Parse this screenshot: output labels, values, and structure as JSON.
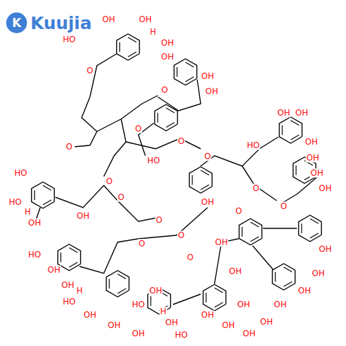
{
  "diagram": {
    "labels": [
      "K",
      "Kuujia",
      "OH",
      "OH",
      "HO",
      "H",
      "OH",
      "OH",
      "O",
      "OH",
      "OH",
      "O",
      "O",
      "O",
      "O",
      "HO",
      "O",
      "OH",
      "OH",
      "HO",
      "OH",
      "OH",
      "OH",
      "OH",
      "HO",
      "HO",
      "H",
      "OH",
      "O",
      "O",
      "O",
      "O",
      "OH",
      "O",
      "O",
      "O",
      "O",
      "OH",
      "HO",
      "OH",
      "H",
      "OH",
      "HO",
      "OH",
      "OH",
      "OH",
      "O",
      "OH",
      "OH",
      "HO",
      "H",
      "OH",
      "OH",
      "OH",
      "OH",
      "HO",
      "OH",
      "OH",
      "OH",
      "OH",
      "OH",
      "OH",
      "OH"
    ]
  }
}
